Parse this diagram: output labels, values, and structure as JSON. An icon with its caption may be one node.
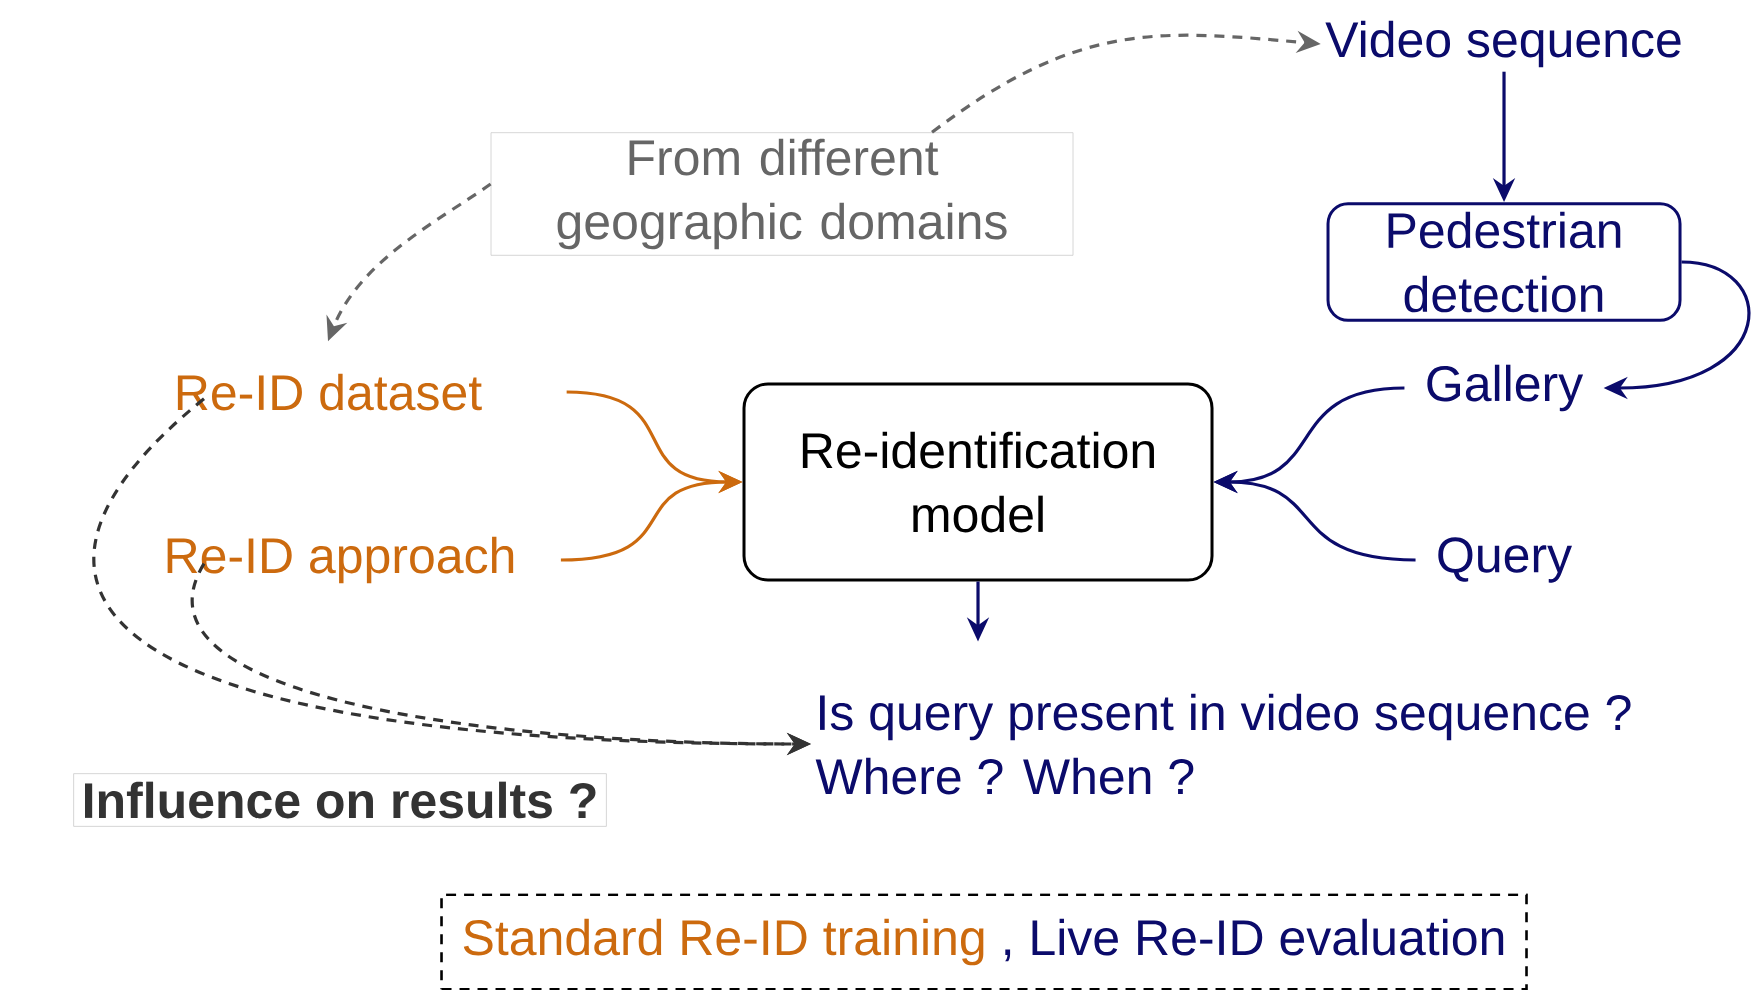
{
  "diagram": {
    "nodes": [
      {
        "text": [
          "From different geographic domains"
        ]
      },
      {
        "text": [
          "Video sequence"
        ]
      },
      {
        "text": [
          "Pedestrian detection"
        ]
      },
      {
        "text": [
          "Re-ID dataset"
        ]
      },
      {
        "text": [
          "Re-ID approach"
        ]
      },
      {
        "text": [
          "Re-identification model"
        ]
      },
      {
        "text": [
          "Gallery"
        ]
      },
      {
        "text": [
          "Query"
        ]
      },
      {
        "text": [
          "Is query present in video sequence ?",
          "Where ? When ?"
        ]
      },
      {
        "text": [
          "Influence on results ?"
        ]
      },
      {
        "text": [
          "Standard Re-ID training",
          ", Live Re-ID evaluation"
        ]
      }
    ],
    "edges": [
      {
        "from": 0,
        "to": 1,
        "arrow": "to",
        "style": "dashed",
        "color": "#666666"
      },
      {
        "from": 0,
        "to": 3,
        "arrow": "to",
        "style": "dashed",
        "color": "#666666"
      },
      {
        "from": 1,
        "to": 2,
        "arrow": "to"
      },
      {
        "from": 2,
        "to": 6,
        "arrow": "to"
      },
      {
        "from": 3,
        "to": 5,
        "arrow": "to",
        "color": "#cc6a0e"
      },
      {
        "from": 4,
        "to": 5,
        "arrow": "to",
        "color": "#cc6a0e"
      },
      {
        "from": 6,
        "to": 5,
        "arrow": "to"
      },
      {
        "from": 7,
        "to": 5,
        "arrow": "to"
      },
      {
        "from": 5,
        "to": 8,
        "arrow": "to"
      },
      {
        "from": 3,
        "to": 8,
        "arrow": "to",
        "style": "dashed",
        "color": "#333333"
      },
      {
        "from": 4,
        "to": 8,
        "arrow": "to",
        "style": "dashed",
        "color": "#333333"
      }
    ]
  }
}
